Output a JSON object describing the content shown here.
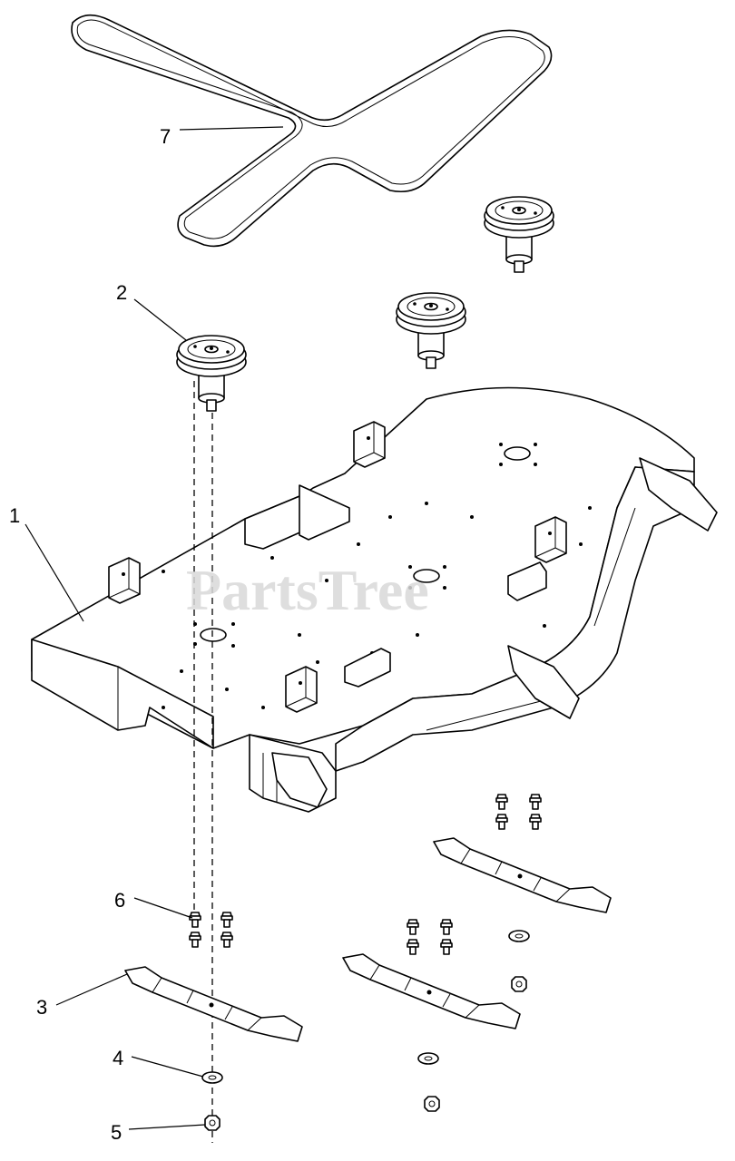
{
  "watermark": "PartsTree",
  "callouts": [
    {
      "id": "1",
      "label": "1"
    },
    {
      "id": "2",
      "label": "2"
    },
    {
      "id": "3",
      "label": "3"
    },
    {
      "id": "4",
      "label": "4"
    },
    {
      "id": "5",
      "label": "5"
    },
    {
      "id": "6",
      "label": "6"
    },
    {
      "id": "7",
      "label": "7"
    }
  ],
  "parts": {
    "belt": "belt",
    "deck": "mower-deck",
    "spindle": "spindle-pulley-assembly",
    "blade": "mower-blade",
    "washer": "washer",
    "nut": "nut",
    "bolt": "bolt"
  }
}
